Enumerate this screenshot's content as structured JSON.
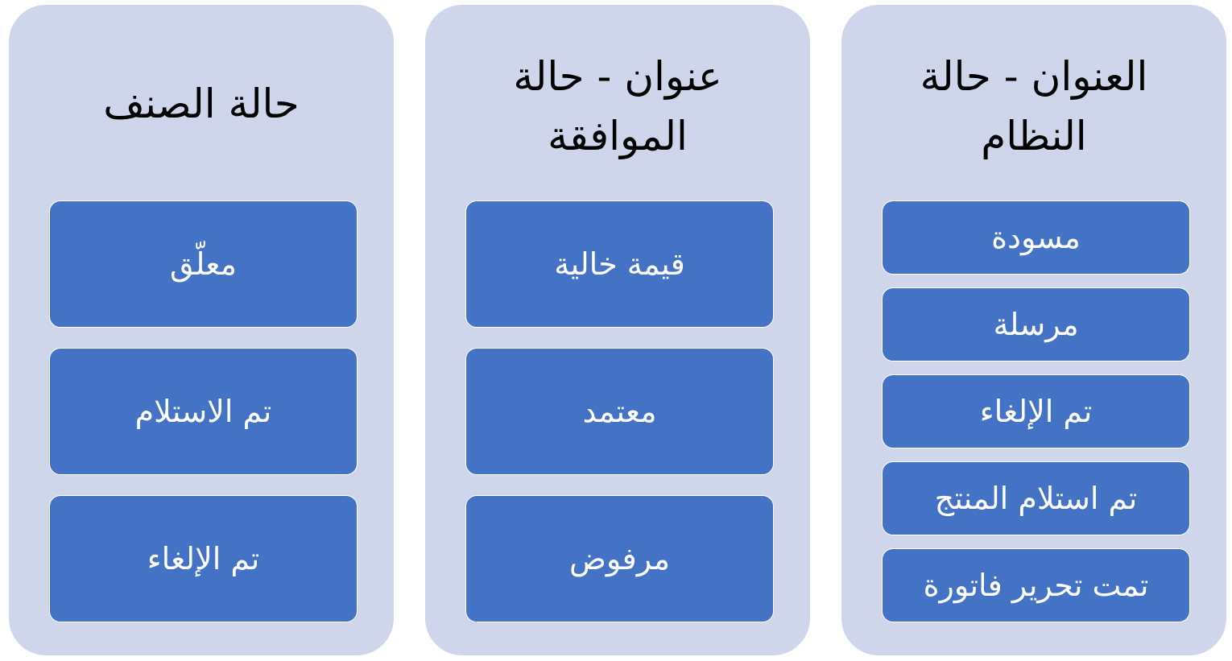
{
  "columns": {
    "item_status": {
      "title": "حالة الصنف",
      "items": [
        "معلّق",
        "تم الاستلام",
        "تم الإلغاء"
      ]
    },
    "approval_status": {
      "title_line1": "عنوان - حالة",
      "title_line2": "الموافقة",
      "items": [
        "قيمة خالية",
        "معتمد",
        "مرفوض"
      ]
    },
    "system_status": {
      "title_line1": "العنوان - حالة",
      "title_line2": "النظام",
      "items": [
        "مسودة",
        "مرسلة",
        "تم الإلغاء",
        "تم استلام المنتج",
        "تمت تحرير فاتورة"
      ]
    }
  },
  "colors": {
    "column_background": "#cfd5ea",
    "item_background": "#4472c4",
    "item_text": "#ffffff",
    "title_text": "#000000"
  }
}
